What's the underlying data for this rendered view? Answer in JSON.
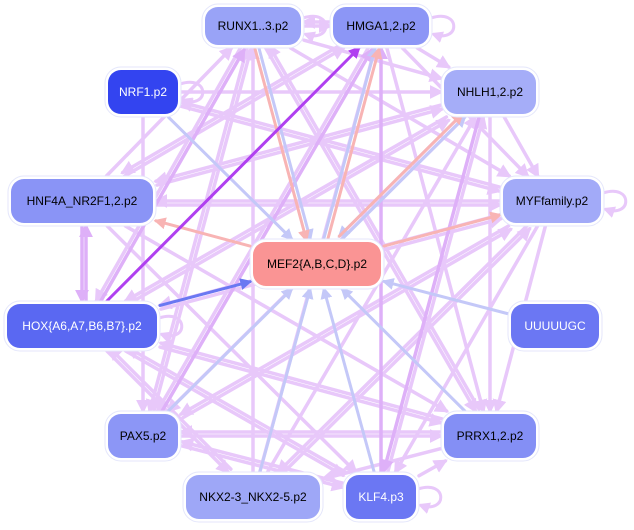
{
  "diagram": {
    "type": "directed-network",
    "nodes": [
      {
        "id": "runx",
        "label": "RUNX1..3.p2",
        "fill": "#99a3f7",
        "text_color": "#000000"
      },
      {
        "id": "hmga",
        "label": "HMGA1,2.p2",
        "fill": "#8c96f6",
        "text_color": "#000000"
      },
      {
        "id": "nrf1",
        "label": "NRF1.p2",
        "fill": "#3344f0",
        "text_color": "#ffffff"
      },
      {
        "id": "nhlh",
        "label": "NHLH1,2.p2",
        "fill": "#a5adf8",
        "text_color": "#000000"
      },
      {
        "id": "hnf4a",
        "label": "HNF4A_NR2F1,2.p2",
        "fill": "#8a94f6",
        "text_color": "#000000"
      },
      {
        "id": "myf",
        "label": "MYFfamily.p2",
        "fill": "#a2aaf8",
        "text_color": "#000000"
      },
      {
        "id": "mef2",
        "label": "MEF2{A,B,C,D}.p2",
        "fill": "#fa9494",
        "text_color": "#000000"
      },
      {
        "id": "hox",
        "label": "HOX{A6,A7,B6,B7}.p2",
        "fill": "#5a68f2",
        "text_color": "#ffffff"
      },
      {
        "id": "uuuuugc",
        "label": "UUUUUGC",
        "fill": "#6b77f3",
        "text_color": "#ffffff"
      },
      {
        "id": "pax5",
        "label": "PAX5.p2",
        "fill": "#8c96f6",
        "text_color": "#000000"
      },
      {
        "id": "prrx",
        "label": "PRRX1,2.p2",
        "fill": "#848ff5",
        "text_color": "#000000"
      },
      {
        "id": "nkx",
        "label": "NKX2-3_NKX2-5.p2",
        "fill": "#9ea7f7",
        "text_color": "#000000"
      },
      {
        "id": "klf4",
        "label": "KLF4.p3",
        "fill": "#6b77f3",
        "text_color": "#ffffff"
      }
    ],
    "edge_colors": {
      "default": "#e8c8fa",
      "medium": "#deb0f8",
      "strong": "#b040f0",
      "blue": "#c4c8f8",
      "salmon": "#f8b4b4",
      "hox_mef2": "#6a78f2"
    },
    "edges": [
      {
        "from": "hox",
        "to": "hmga",
        "color": "strong"
      },
      {
        "from": "hox",
        "to": "mef2",
        "color": "hox_mef2"
      },
      {
        "from": "nrf1",
        "to": "mef2",
        "color": "blue"
      },
      {
        "from": "runx",
        "to": "mef2",
        "color": "blue"
      },
      {
        "from": "runx",
        "to": "mef2",
        "color": "salmon"
      },
      {
        "from": "mef2",
        "to": "hmga",
        "color": "salmon"
      },
      {
        "from": "mef2",
        "to": "hmga",
        "color": "blue"
      },
      {
        "from": "mef2",
        "to": "nhlh",
        "color": "salmon"
      },
      {
        "from": "mef2",
        "to": "nhlh",
        "color": "blue"
      },
      {
        "from": "mef2",
        "to": "myf",
        "color": "salmon"
      },
      {
        "from": "mef2",
        "to": "hnf4a",
        "color": "salmon"
      },
      {
        "from": "uuuuugc",
        "to": "mef2",
        "color": "blue"
      },
      {
        "from": "pax5",
        "to": "mef2",
        "color": "blue"
      },
      {
        "from": "nkx",
        "to": "mef2",
        "color": "blue"
      },
      {
        "from": "klf4",
        "to": "mef2",
        "color": "blue"
      },
      {
        "from": "prrx",
        "to": "mef2",
        "color": "blue"
      },
      {
        "from": "nhlh",
        "to": "mef2",
        "color": "blue"
      },
      {
        "from": "hnf4a",
        "to": "hox",
        "color": "medium"
      },
      {
        "from": "hox",
        "to": "hnf4a",
        "color": "medium"
      },
      {
        "from": "runx",
        "to": "hmga",
        "color": "default"
      },
      {
        "from": "hmga",
        "to": "runx",
        "color": "default"
      },
      {
        "from": "hmga",
        "to": "nhlh",
        "color": "default"
      },
      {
        "from": "nhlh",
        "to": "myf",
        "color": "default"
      },
      {
        "from": "nhlh",
        "to": "hnf4a",
        "color": "default"
      },
      {
        "from": "nhlh",
        "to": "hox",
        "color": "default"
      },
      {
        "from": "nhlh",
        "to": "pax5",
        "color": "default"
      },
      {
        "from": "nhlh",
        "to": "klf4",
        "color": "medium"
      },
      {
        "from": "myf",
        "to": "nrf1",
        "color": "default"
      },
      {
        "from": "myf",
        "to": "hnf4a",
        "color": "default"
      },
      {
        "from": "myf",
        "to": "hox",
        "color": "default"
      },
      {
        "from": "myf",
        "to": "pax5",
        "color": "default"
      },
      {
        "from": "myf",
        "to": "nkx",
        "color": "default"
      },
      {
        "from": "myf",
        "to": "klf4",
        "color": "default"
      },
      {
        "from": "hnf4a",
        "to": "myf",
        "color": "default"
      },
      {
        "from": "hnf4a",
        "to": "runx",
        "color": "default"
      },
      {
        "from": "hnf4a",
        "to": "hmga",
        "color": "default"
      },
      {
        "from": "hox",
        "to": "runx",
        "color": "medium"
      },
      {
        "from": "hox",
        "to": "nhlh",
        "color": "default"
      },
      {
        "from": "hox",
        "to": "myf",
        "color": "default"
      },
      {
        "from": "hox",
        "to": "prrx",
        "color": "default"
      },
      {
        "from": "hox",
        "to": "klf4",
        "color": "default"
      },
      {
        "from": "hox",
        "to": "nkx",
        "color": "default"
      },
      {
        "from": "nrf1",
        "to": "nhlh",
        "color": "default"
      },
      {
        "from": "nrf1",
        "to": "myf",
        "color": "default"
      },
      {
        "from": "nrf1",
        "to": "pax5",
        "color": "default"
      },
      {
        "from": "runx",
        "to": "hox",
        "color": "default"
      },
      {
        "from": "runx",
        "to": "pax5",
        "color": "default"
      },
      {
        "from": "runx",
        "to": "prrx",
        "color": "default"
      },
      {
        "from": "runx",
        "to": "myf",
        "color": "default"
      },
      {
        "from": "hmga",
        "to": "prrx",
        "color": "default"
      },
      {
        "from": "hmga",
        "to": "hnf4a",
        "color": "default"
      },
      {
        "from": "hmga",
        "to": "pax5",
        "color": "default"
      },
      {
        "from": "pax5",
        "to": "runx",
        "color": "default"
      },
      {
        "from": "pax5",
        "to": "hmga",
        "color": "medium"
      },
      {
        "from": "pax5",
        "to": "prrx",
        "color": "default"
      },
      {
        "from": "pax5",
        "to": "myf",
        "color": "default"
      },
      {
        "from": "pax5",
        "to": "klf4",
        "color": "default"
      },
      {
        "from": "nkx",
        "to": "runx",
        "color": "default"
      },
      {
        "from": "nkx",
        "to": "hmga",
        "color": "default"
      },
      {
        "from": "nkx",
        "to": "nhlh",
        "color": "default"
      },
      {
        "from": "nkx",
        "to": "myf",
        "color": "default"
      },
      {
        "from": "nkx",
        "to": "hox",
        "color": "default"
      },
      {
        "from": "klf4",
        "to": "hmga",
        "color": "medium"
      },
      {
        "from": "klf4",
        "to": "prrx",
        "color": "default"
      },
      {
        "from": "klf4",
        "to": "hox",
        "color": "default"
      },
      {
        "from": "klf4",
        "to": "pax5",
        "color": "default"
      },
      {
        "from": "klf4",
        "to": "nhlh",
        "color": "default"
      },
      {
        "from": "prrx",
        "to": "hox",
        "color": "default"
      },
      {
        "from": "prrx",
        "to": "pax5",
        "color": "default"
      },
      {
        "from": "prrx",
        "to": "runx",
        "color": "default"
      },
      {
        "from": "prrx",
        "to": "nkx",
        "color": "default"
      },
      {
        "from": "myf",
        "to": "prrx",
        "color": "default"
      },
      {
        "from": "nhlh",
        "to": "prrx",
        "color": "default"
      },
      {
        "from": "hnf4a",
        "to": "prrx",
        "color": "default"
      },
      {
        "from": "hnf4a",
        "to": "klf4",
        "color": "default"
      },
      {
        "from": "hnf4a",
        "to": "nhlh",
        "color": "default"
      },
      {
        "from": "hmga",
        "to": "myf",
        "color": "default"
      },
      {
        "from": "runx",
        "to": "nhlh",
        "color": "default"
      }
    ],
    "self_loops": [
      "runx",
      "nrf1",
      "myf",
      "hox",
      "klf4",
      "hmga"
    ]
  }
}
